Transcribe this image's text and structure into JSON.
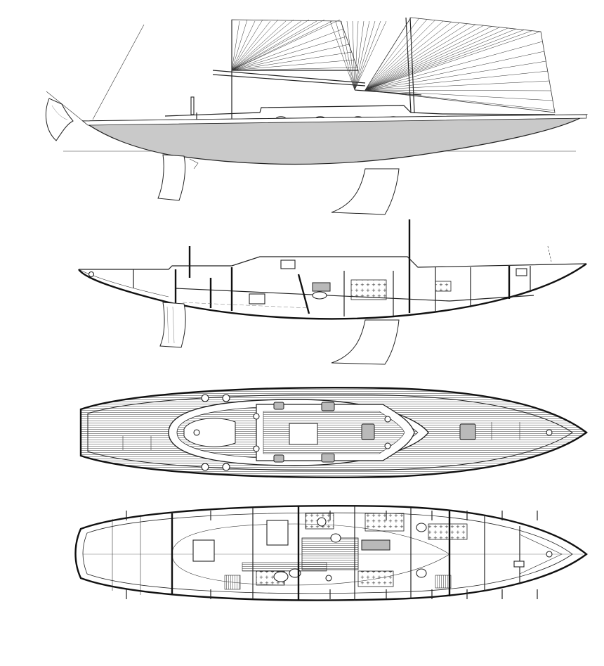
{
  "drawing": {
    "views": [
      {
        "id": "sail-plan",
        "kind": "profile"
      },
      {
        "id": "inboard-profile",
        "kind": "section"
      },
      {
        "id": "deck-plan",
        "kind": "plan"
      },
      {
        "id": "accommodation-plan",
        "kind": "plan"
      }
    ],
    "colors": {
      "line": "#222222",
      "hull": "#c9c9c9",
      "background": "#ffffff"
    }
  }
}
